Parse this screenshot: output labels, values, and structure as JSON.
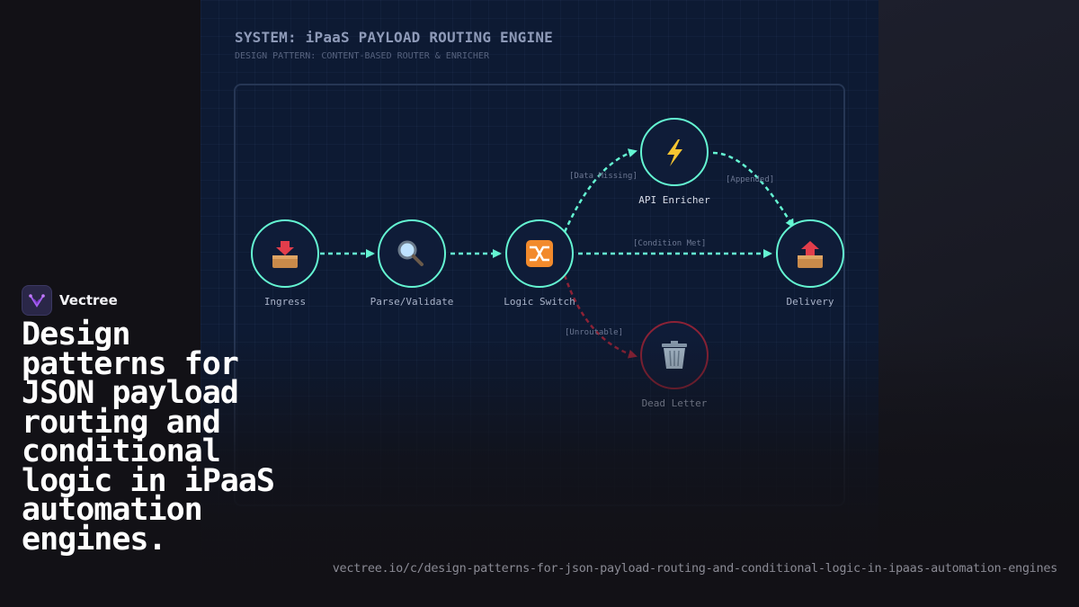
{
  "diagram": {
    "title": "SYSTEM: iPaaS PAYLOAD ROUTING ENGINE",
    "subtitle": "DESIGN PATTERN: CONTENT-BASED ROUTER & ENRICHER",
    "nodes": {
      "ingress": {
        "label": "Ingress",
        "icon": "inbox-tray-icon"
      },
      "parse": {
        "label": "Parse/Validate",
        "icon": "magnifier-icon"
      },
      "switch": {
        "label": "Logic Switch",
        "icon": "shuffle-icon"
      },
      "enricher": {
        "label": "API Enricher",
        "icon": "lightning-icon"
      },
      "delivery": {
        "label": "Delivery",
        "icon": "outbox-tray-icon"
      },
      "deadletter": {
        "label": "Dead Letter",
        "icon": "trash-icon"
      }
    },
    "edges": {
      "data_missing": "[Data Missing]",
      "appended": "[Appended]",
      "condition_met": "[Condition Met]",
      "unroutable": "[Unroutable]"
    },
    "colors": {
      "accent": "#64f5d2",
      "error": "#8c2236",
      "panel_bg": "#0d1a33"
    }
  },
  "brand": {
    "name": "Vectree",
    "logo": "vectree-logo-icon"
  },
  "headline": "Design patterns for JSON payload routing and conditional logic in iPaaS automation engines.",
  "url": "vectree.io/c/design-patterns-for-json-payload-routing-and-conditional-logic-in-ipaas-automation-engines"
}
